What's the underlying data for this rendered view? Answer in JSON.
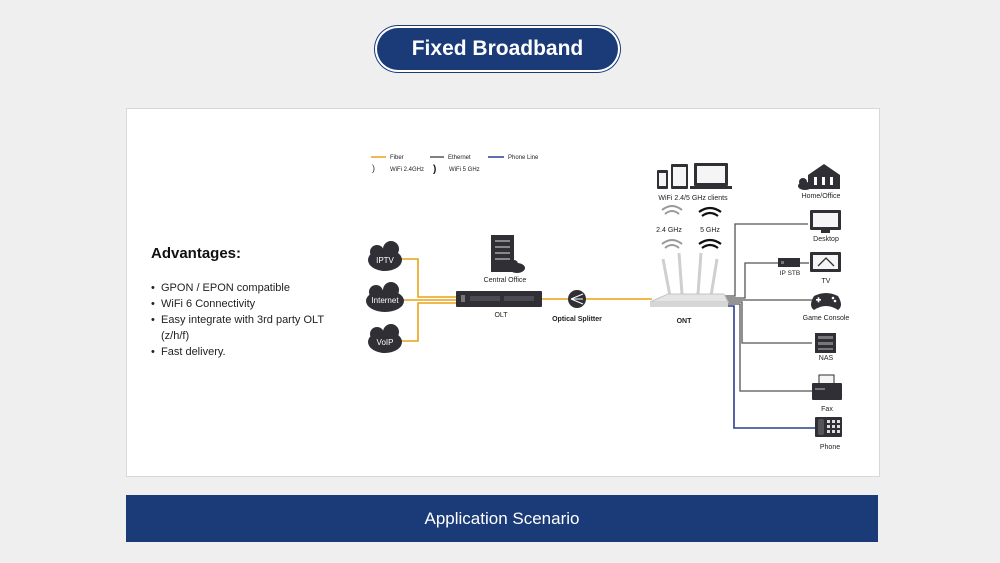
{
  "header": {
    "title": "Fixed Broadband"
  },
  "advantages": {
    "title": "Advantages:",
    "items": [
      "GPON / EPON compatible",
      "WiFi 6 Connectivity",
      "Easy integrate with 3rd party OLT (z/h/f)",
      "Fast delivery."
    ]
  },
  "legend": {
    "fiber": "Fiber",
    "ethernet": "Ethernet",
    "phone_line": "Phone Line",
    "wifi_24": "WiFi 2.4GHz",
    "wifi_5": "WiFi 5 GHz"
  },
  "services": {
    "iptv": "IPTV",
    "internet": "Internet",
    "voip": "VoIP"
  },
  "network": {
    "central_office": "Central Office",
    "olt": "OLT",
    "optical_splitter": "Optical Splitter",
    "ont": "ONT",
    "wifi_clients": "WiFi 2.4/5 GHz clients",
    "band_24": "2.4 GHz",
    "band_5": "5 GHz"
  },
  "devices": {
    "home_office": "Home/Office",
    "desktop": "Desktop",
    "ip_stb": "IP STB",
    "tv": "TV",
    "game_console": "Game Console",
    "nas": "NAS",
    "fax": "Fax",
    "phone": "Phone"
  },
  "footer": {
    "label": "Application Scenario"
  },
  "colors": {
    "brand_navy": "#1a3a78",
    "fiber": "#e8a317",
    "ethernet": "#555555",
    "phone_line": "#2c3e8f"
  }
}
